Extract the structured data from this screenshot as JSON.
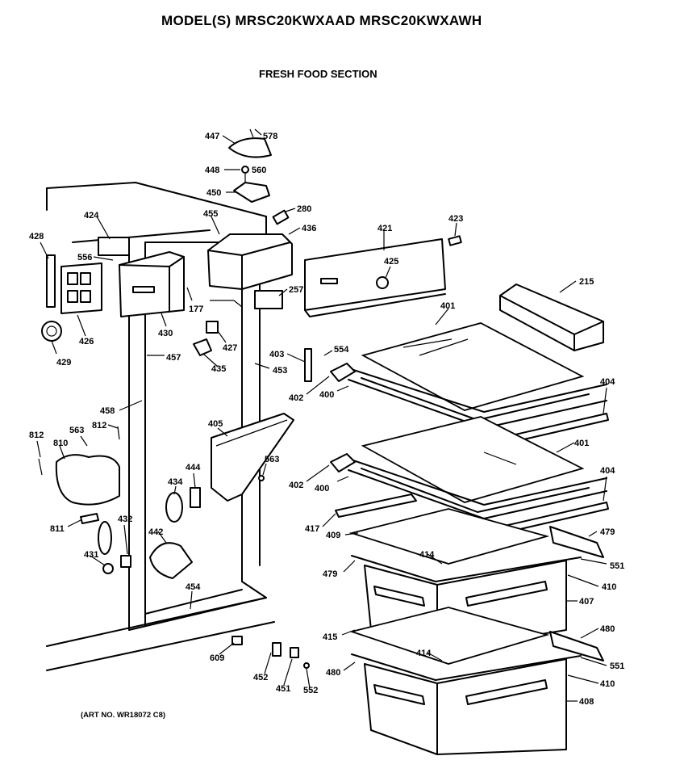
{
  "header": {
    "title": "MODEL(S) MRSC20KWXAAD  MRSC20KWXAWH",
    "section": "FRESH FOOD SECTION"
  },
  "footer": {
    "art_no": "(ART NO. WR18072 C8)"
  },
  "parts": {
    "p447": "447",
    "p578": "578",
    "p448": "448",
    "p560": "560",
    "p450": "450",
    "p280": "280",
    "p424": "424",
    "p455": "455",
    "p436": "436",
    "p421": "421",
    "p423": "423",
    "p428": "428",
    "p556": "556",
    "p425": "425",
    "p257": "257",
    "p215": "215",
    "p177": "177",
    "p430": "430",
    "p401a": "401",
    "p426": "426",
    "p427": "427",
    "p403": "403",
    "p554": "554",
    "p457": "457",
    "p435": "435",
    "p453": "453",
    "p429": "429",
    "p404a": "404",
    "p402a": "402",
    "p400a": "400",
    "p458": "458",
    "p812a": "812",
    "p563a": "563",
    "p812b": "812",
    "p810": "810",
    "p405": "405",
    "p401b": "401",
    "p563b": "563",
    "p444": "444",
    "p404b": "404",
    "p434": "434",
    "p402b": "402",
    "p400b": "400",
    "p432": "432",
    "p811": "811",
    "p442": "442",
    "p417": "417",
    "p479a": "479",
    "p409": "409",
    "p414a": "414",
    "p431": "431",
    "p551a": "551",
    "p479b": "479",
    "p410a": "410",
    "p454": "454",
    "p407": "407",
    "p480a": "480",
    "p415": "415",
    "p609": "609",
    "p414b": "414",
    "p551b": "551",
    "p452": "452",
    "p480b": "480",
    "p410b": "410",
    "p451": "451",
    "p552": "552",
    "p408": "408"
  }
}
